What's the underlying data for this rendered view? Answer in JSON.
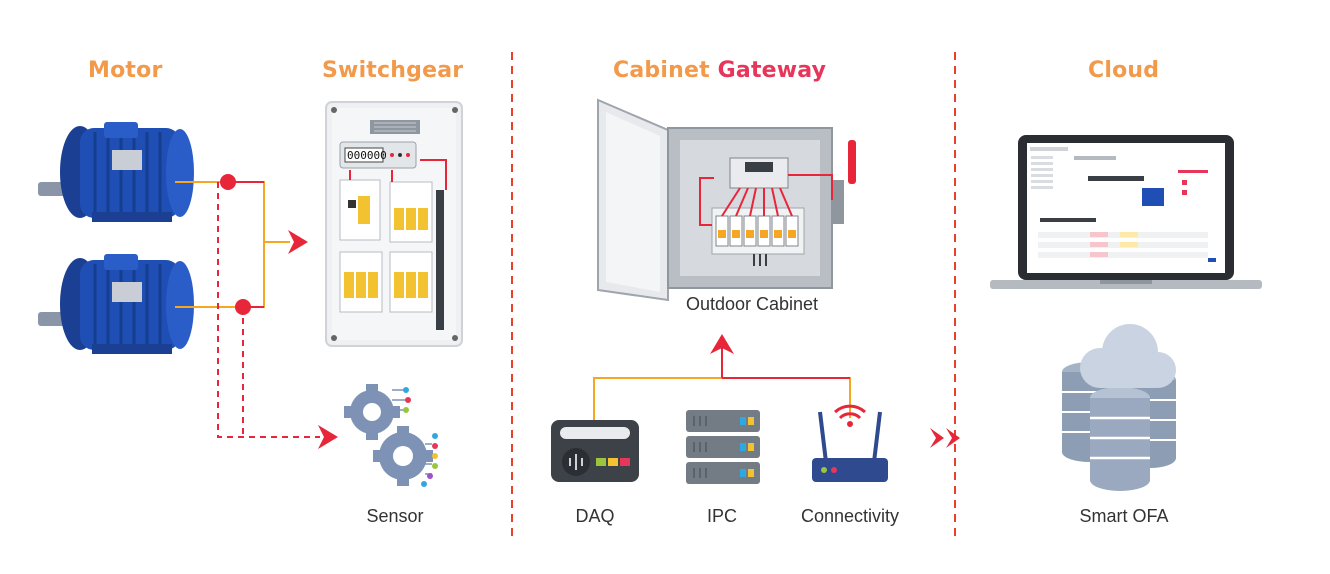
{
  "sections": {
    "motor": {
      "title": "Motor",
      "color": "#f2994a"
    },
    "switchgear": {
      "title": "Switchgear",
      "color": "#f2994a"
    },
    "cabinet_gateway": {
      "title_part1": "Cabinet",
      "title_part2": "Gateway"
    },
    "cloud": {
      "title": "Cloud",
      "color": "#f2994a"
    }
  },
  "labels": {
    "outdoor_cabinet": "Outdoor Cabinet",
    "sensor": "Sensor",
    "daq": "DAQ",
    "ipc": "IPC",
    "connectivity": "Connectivity",
    "smart_ofa": "Smart OFA"
  },
  "colors": {
    "accent_orange": "#f5a623",
    "accent_red": "#e8263a",
    "divider": "#e8402a",
    "motor_blue": "#1f4fb4"
  }
}
